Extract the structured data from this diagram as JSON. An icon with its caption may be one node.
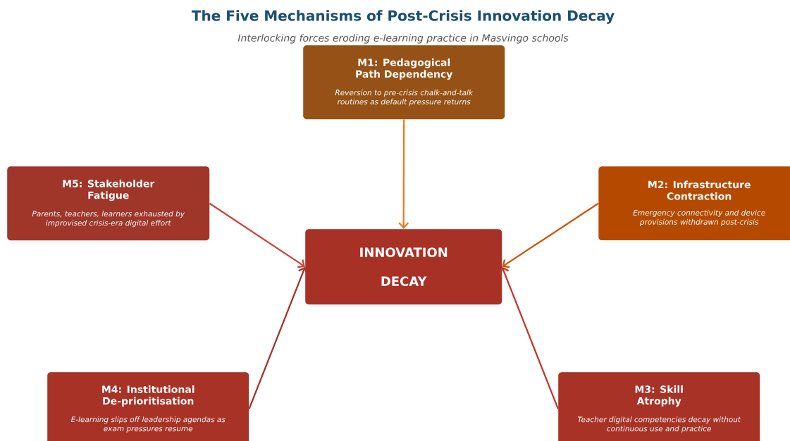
{
  "diagram": {
    "title": "The Five Mechanisms of Post-Crisis Innovation Decay",
    "caption": "Interlocking forces eroding e-learning practice in Masvingo schools",
    "nodes": [
      {
        "text": [
          "M1: Pedagogical Path Dependency",
          "Reversion to pre-crisis chalk-and-talk routines as default pressure returns"
        ]
      },
      {
        "text": [
          "M2: Infrastructure Contraction",
          "Emergency connectivity and device provisions withdrawn post-crisis"
        ]
      },
      {
        "text": [
          "M3: Skill Atrophy",
          "Teacher digital competencies decay without continuous use and practice"
        ]
      },
      {
        "text": [
          "M4: Institutional De-prioritisation",
          "E-learning slips off leadership agendas as exam pressures resume"
        ]
      },
      {
        "text": [
          "M5: Stakeholder Fatigue",
          "Parents, teachers, learners exhausted by improvised crisis-era digital effort"
        ]
      },
      {
        "text": [
          "INNOVATION DECAY"
        ]
      }
    ],
    "edges": [
      {
        "from": 0,
        "to": 5,
        "arrow": "to",
        "color": "#e67e22"
      },
      {
        "from": 1,
        "to": 5,
        "arrow": "to",
        "color": "#d35400"
      },
      {
        "from": 2,
        "to": 5,
        "arrow": "to",
        "color": "#c0392b"
      },
      {
        "from": 3,
        "to": 5,
        "arrow": "to",
        "color": "#a93226"
      },
      {
        "from": 4,
        "to": 5,
        "arrow": "to",
        "color": "#cb4335"
      }
    ]
  }
}
